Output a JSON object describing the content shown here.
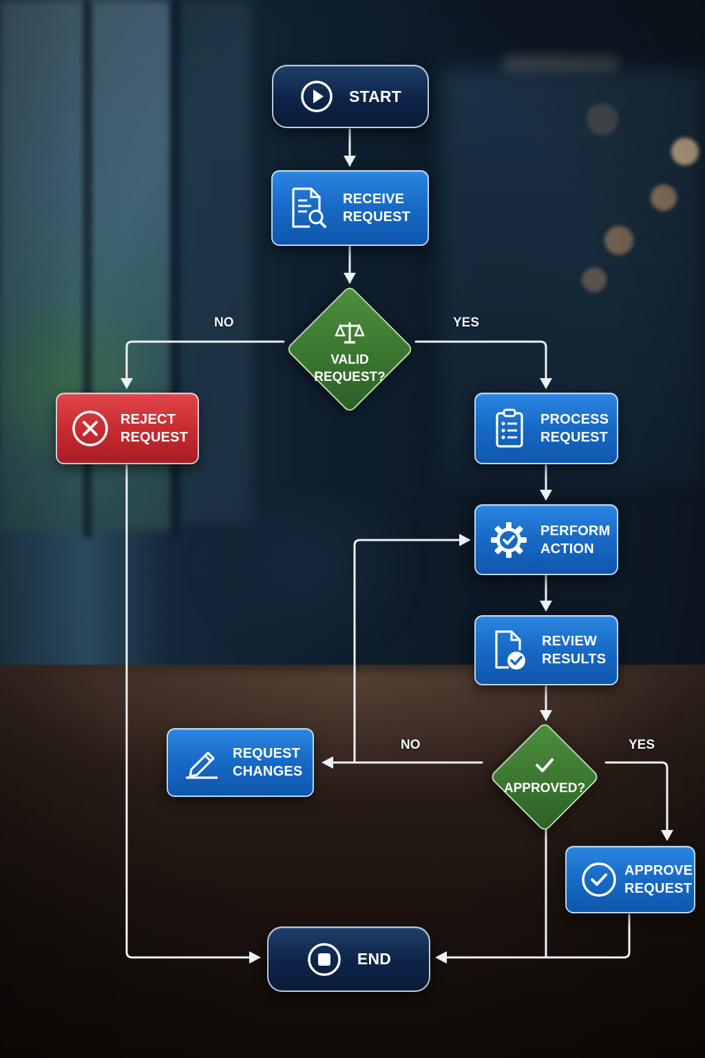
{
  "nodes": {
    "start": {
      "label": "START",
      "icon": "play-icon"
    },
    "receive": {
      "label": "RECEIVE\nREQUEST",
      "icon": "document-search-icon"
    },
    "valid": {
      "label": "VALID\nREQUEST?",
      "icon": "scales-icon"
    },
    "reject": {
      "label": "REJECT\nREQUEST",
      "icon": "x-circle-icon"
    },
    "process": {
      "label": "PROCESS\nREQUEST",
      "icon": "clipboard-list-icon"
    },
    "perform": {
      "label": "PERFORM\nACTION",
      "icon": "gear-check-icon"
    },
    "review": {
      "label": "REVIEW\nRESULTS",
      "icon": "document-check-icon"
    },
    "approved": {
      "label": "APPROVED?",
      "icon": "check-icon"
    },
    "changes": {
      "label": "REQUEST\nCHANGES",
      "icon": "pencil-icon"
    },
    "approve": {
      "label": "APPROVE\nREQUEST",
      "icon": "check-circle-icon"
    },
    "end": {
      "label": "END",
      "icon": "stop-icon"
    }
  },
  "branches": {
    "valid_no": "NO",
    "valid_yes": "YES",
    "approved_no": "NO",
    "approved_yes": "YES"
  },
  "colors": {
    "terminal": "#0d2448",
    "process": "#1769c6",
    "reject": "#c52a30",
    "decision": "#3a7630",
    "connector": "#eef2f6"
  }
}
